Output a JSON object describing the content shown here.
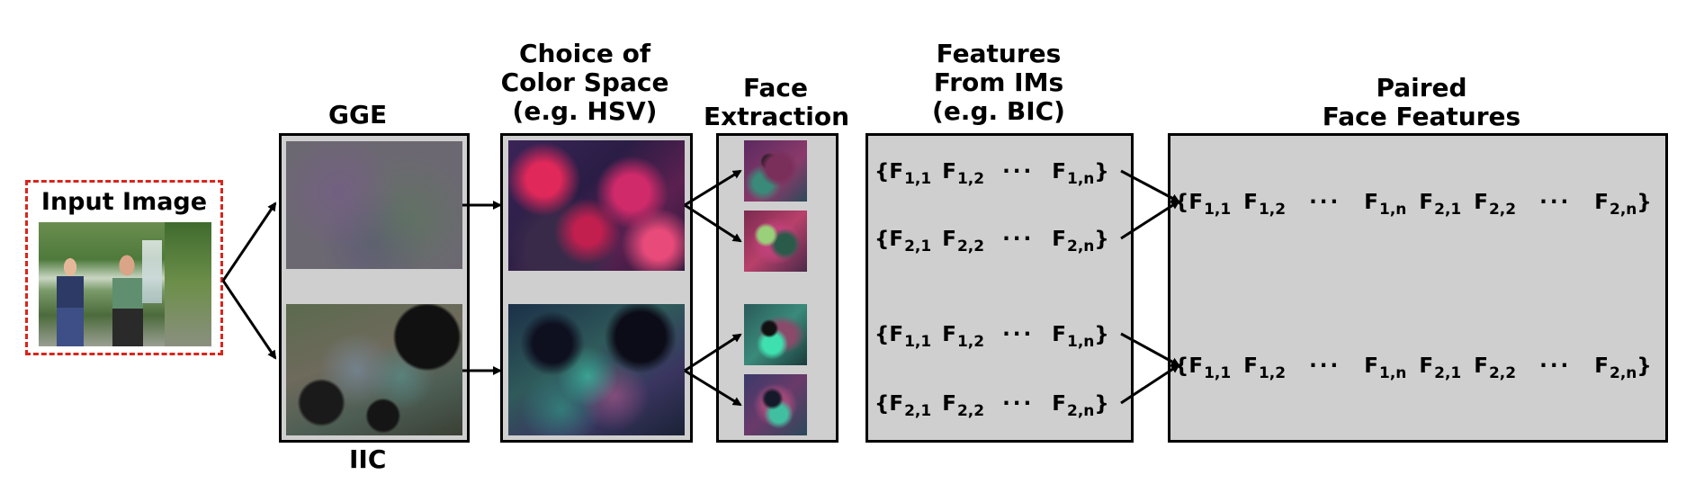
{
  "headers": {
    "gge": "GGE",
    "iic": "IIC",
    "color_space": [
      "Choice of",
      "Color Space",
      "(e.g. HSV)"
    ],
    "face_extraction": [
      "Face",
      "Extraction"
    ],
    "features": [
      "Features",
      "From IMs",
      "(e.g. BIC)"
    ],
    "paired": [
      "Paired",
      "Face Features"
    ],
    "input": "Input Image"
  },
  "features": {
    "rows": [
      {
        "f1": "F",
        "s1": "1,1",
        "f2": "F",
        "s2": "1,2",
        "dots": "···",
        "f3": "F",
        "s3": "1,n"
      },
      {
        "f1": "F",
        "s1": "2,1",
        "f2": "F",
        "s2": "2,2",
        "dots": "···",
        "f3": "F",
        "s3": "2,n"
      },
      {
        "f1": "F",
        "s1": "1,1",
        "f2": "F",
        "s2": "1,2",
        "dots": "···",
        "f3": "F",
        "s3": "1,n"
      },
      {
        "f1": "F",
        "s1": "2,1",
        "f2": "F",
        "s2": "2,2",
        "dots": "···",
        "f3": "F",
        "s3": "2,n"
      }
    ],
    "open_brace": "{",
    "close_brace": "}"
  },
  "paired": {
    "rows": [
      {
        "a": "F",
        "as": "1,1",
        "b": "F",
        "bs": "1,2",
        "d1": "···",
        "c": "F",
        "cs": "1,n",
        "e": "F",
        "es": "2,1",
        "f": "F",
        "fs": "2,2",
        "d2": "···",
        "g": "F",
        "gs": "2,n"
      },
      {
        "a": "F",
        "as": "1,1",
        "b": "F",
        "bs": "1,2",
        "d1": "···",
        "c": "F",
        "cs": "1,n",
        "e": "F",
        "es": "2,1",
        "f": "F",
        "fs": "2,2",
        "d2": "···",
        "g": "F",
        "gs": "2,n"
      }
    ]
  },
  "colors": {
    "panel_bg": "#cfcfcf",
    "input_border": "#d9251c",
    "arrow": "#000000"
  }
}
